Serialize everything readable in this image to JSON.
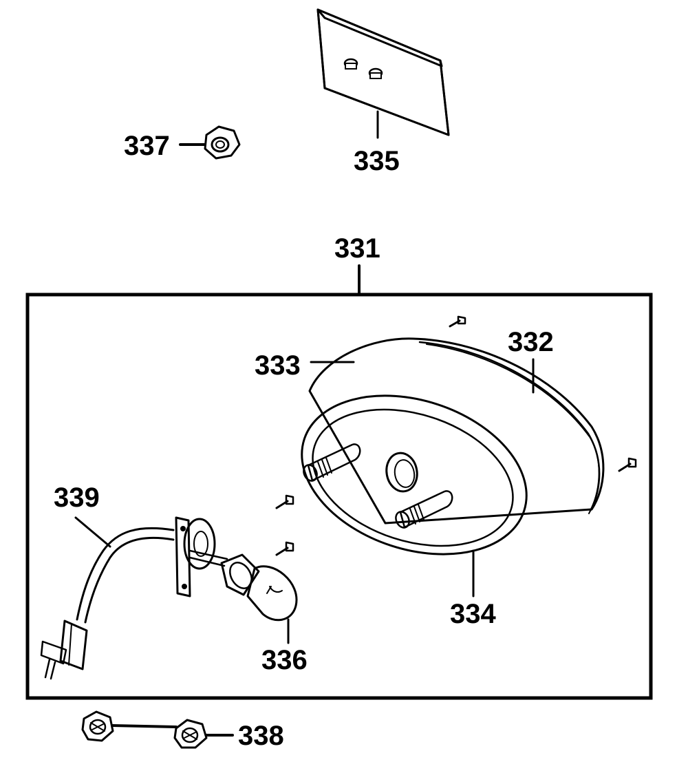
{
  "diagram": {
    "callouts": {
      "c331": "331",
      "c332": "332",
      "c333": "333",
      "c334": "334",
      "c335": "335",
      "c336": "336",
      "c337": "337",
      "c338": "338",
      "c339": "339"
    }
  }
}
